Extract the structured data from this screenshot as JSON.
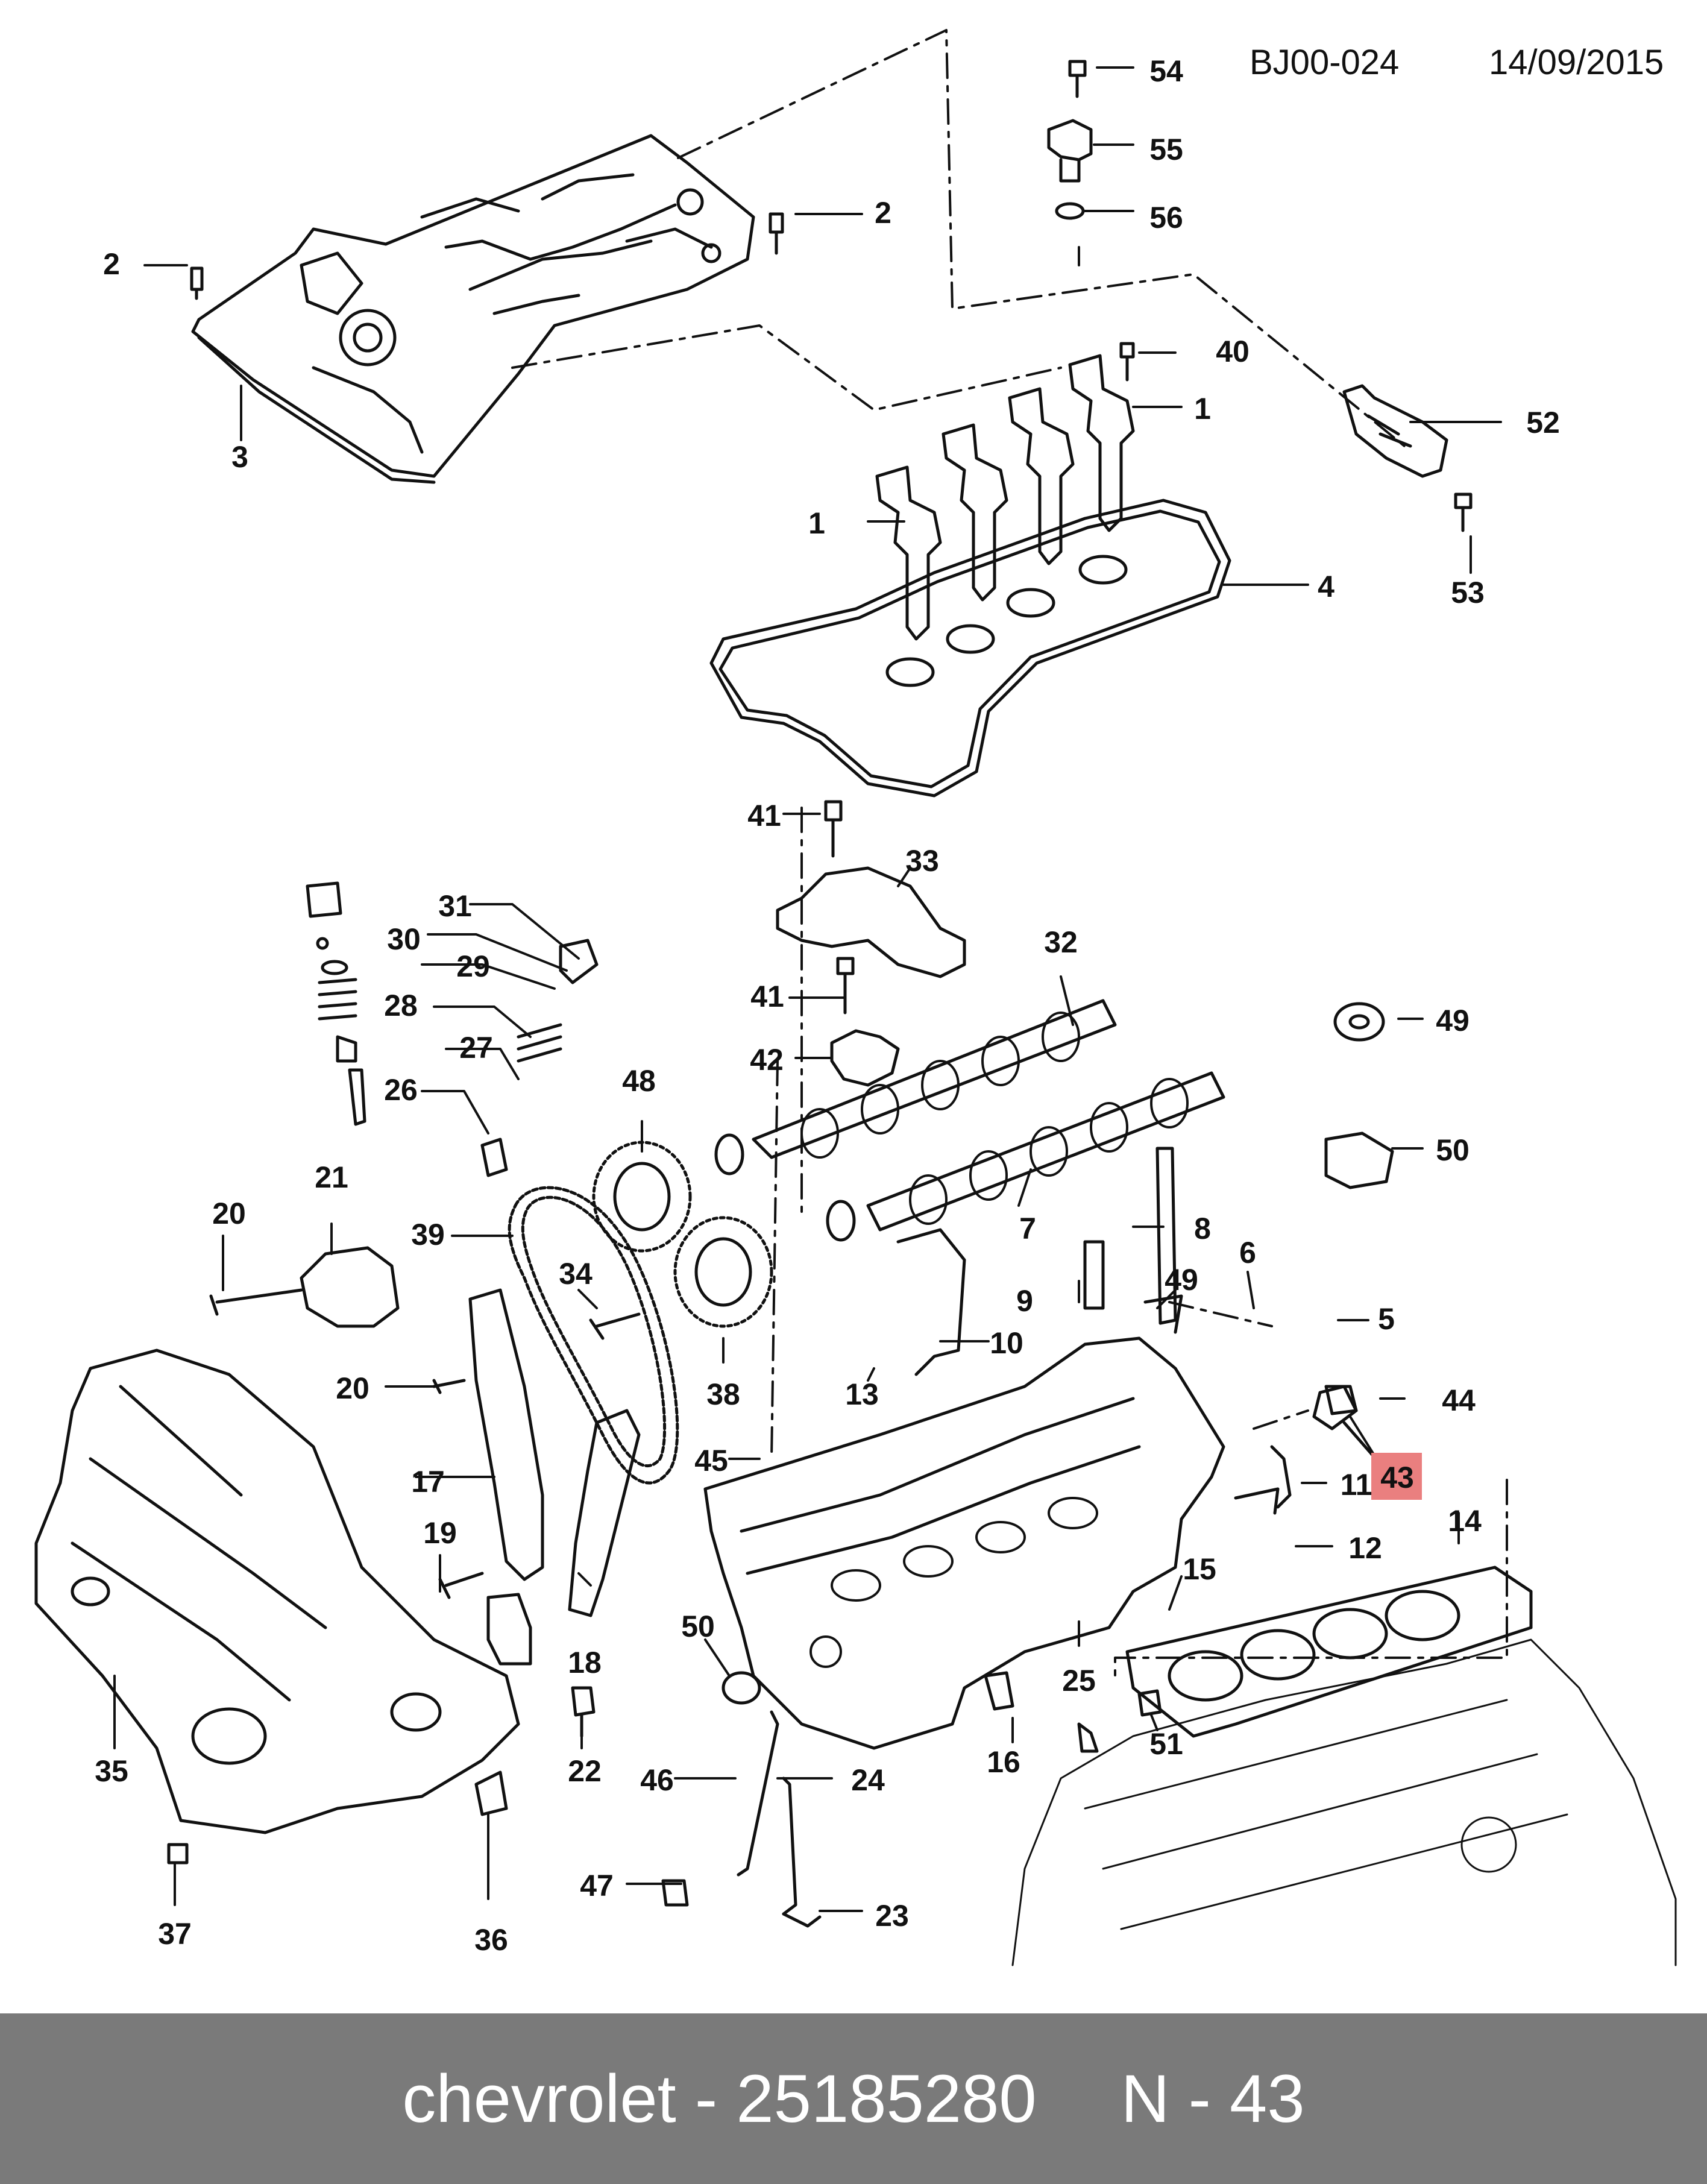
{
  "header": {
    "code": "BJ00-024",
    "date": "14/09/2015"
  },
  "footer": {
    "brand": "chevrolet",
    "separator": " - ",
    "part_number": "25185280",
    "ref_label": "N - 43"
  },
  "highlight_color": "#ea7f7f",
  "callouts": [
    {
      "id": "54",
      "label": "54"
    },
    {
      "id": "55",
      "label": "55"
    },
    {
      "id": "56",
      "label": "56"
    },
    {
      "id": "2a",
      "label": "2"
    },
    {
      "id": "2b",
      "label": "2"
    },
    {
      "id": "3",
      "label": "3"
    },
    {
      "id": "40",
      "label": "40"
    },
    {
      "id": "1a",
      "label": "1"
    },
    {
      "id": "1b",
      "label": "1"
    },
    {
      "id": "52",
      "label": "52"
    },
    {
      "id": "53",
      "label": "53"
    },
    {
      "id": "4",
      "label": "4"
    },
    {
      "id": "41a",
      "label": "41"
    },
    {
      "id": "33",
      "label": "33"
    },
    {
      "id": "31",
      "label": "31"
    },
    {
      "id": "30",
      "label": "30"
    },
    {
      "id": "29",
      "label": "29"
    },
    {
      "id": "28",
      "label": "28"
    },
    {
      "id": "27",
      "label": "27"
    },
    {
      "id": "26",
      "label": "26"
    },
    {
      "id": "41b",
      "label": "41"
    },
    {
      "id": "42",
      "label": "42"
    },
    {
      "id": "32",
      "label": "32"
    },
    {
      "id": "49a",
      "label": "49"
    },
    {
      "id": "48",
      "label": "48"
    },
    {
      "id": "50a",
      "label": "50"
    },
    {
      "id": "21",
      "label": "21"
    },
    {
      "id": "20a",
      "label": "20"
    },
    {
      "id": "39",
      "label": "39"
    },
    {
      "id": "7",
      "label": "7"
    },
    {
      "id": "8",
      "label": "8"
    },
    {
      "id": "34",
      "label": "34"
    },
    {
      "id": "6",
      "label": "6"
    },
    {
      "id": "9",
      "label": "9"
    },
    {
      "id": "49b",
      "label": "49"
    },
    {
      "id": "5",
      "label": "5"
    },
    {
      "id": "10",
      "label": "10"
    },
    {
      "id": "20b",
      "label": "20"
    },
    {
      "id": "38",
      "label": "38"
    },
    {
      "id": "13",
      "label": "13"
    },
    {
      "id": "44",
      "label": "44"
    },
    {
      "id": "17",
      "label": "17"
    },
    {
      "id": "45",
      "label": "45"
    },
    {
      "id": "43",
      "label": "43"
    },
    {
      "id": "11",
      "label": "11"
    },
    {
      "id": "14",
      "label": "14"
    },
    {
      "id": "19",
      "label": "19"
    },
    {
      "id": "12",
      "label": "12"
    },
    {
      "id": "15",
      "label": "15"
    },
    {
      "id": "50b",
      "label": "50"
    },
    {
      "id": "18",
      "label": "18"
    },
    {
      "id": "25",
      "label": "25"
    },
    {
      "id": "35",
      "label": "35"
    },
    {
      "id": "22",
      "label": "22"
    },
    {
      "id": "16",
      "label": "16"
    },
    {
      "id": "51",
      "label": "51"
    },
    {
      "id": "46",
      "label": "46"
    },
    {
      "id": "24",
      "label": "24"
    },
    {
      "id": "37",
      "label": "37"
    },
    {
      "id": "47",
      "label": "47"
    },
    {
      "id": "36",
      "label": "36"
    },
    {
      "id": "23",
      "label": "23"
    }
  ]
}
